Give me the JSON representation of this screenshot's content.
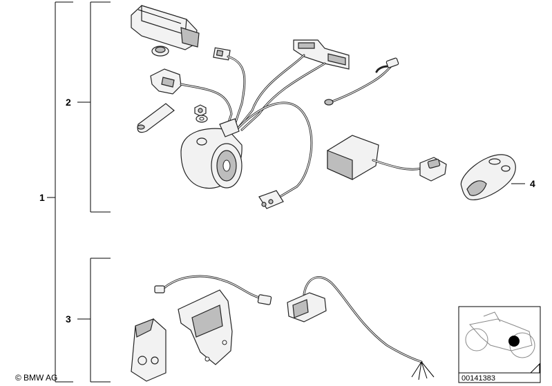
{
  "callouts": {
    "c1": "1",
    "c2": "2",
    "c3": "3",
    "c4": "4"
  },
  "footer": {
    "brand": "BMW AG",
    "copyright_symbol": "©",
    "ref_number": "00141383"
  },
  "icons": {
    "thumbnail": "motorcycle-thumbnail-icon",
    "corner_triangle": "triangle-icon"
  }
}
